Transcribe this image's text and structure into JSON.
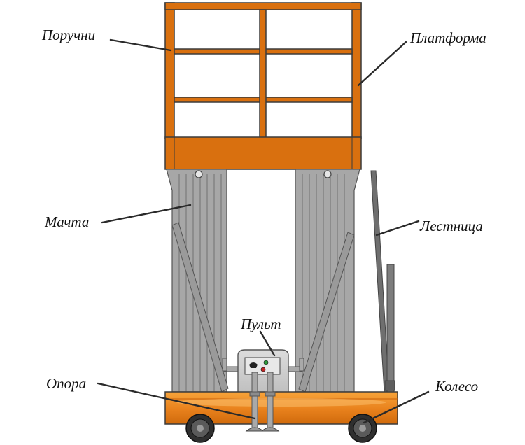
{
  "labels": {
    "handrails": "Поручни",
    "platform": "Платформа",
    "mast": "Мачта",
    "ladder": "Лестница",
    "control_panel": "Пульт",
    "outrigger": "Опора",
    "wheel": "Колесо"
  },
  "colors": {
    "orange": "#d9700f",
    "orange_light": "#f39a2c",
    "mast_gray": "#a7a7a7",
    "mast_dark": "#7a7a7a",
    "ladder_gray": "#6f6f6f",
    "wheel_dark": "#2f2f2f",
    "outline": "#3b3b3b"
  }
}
